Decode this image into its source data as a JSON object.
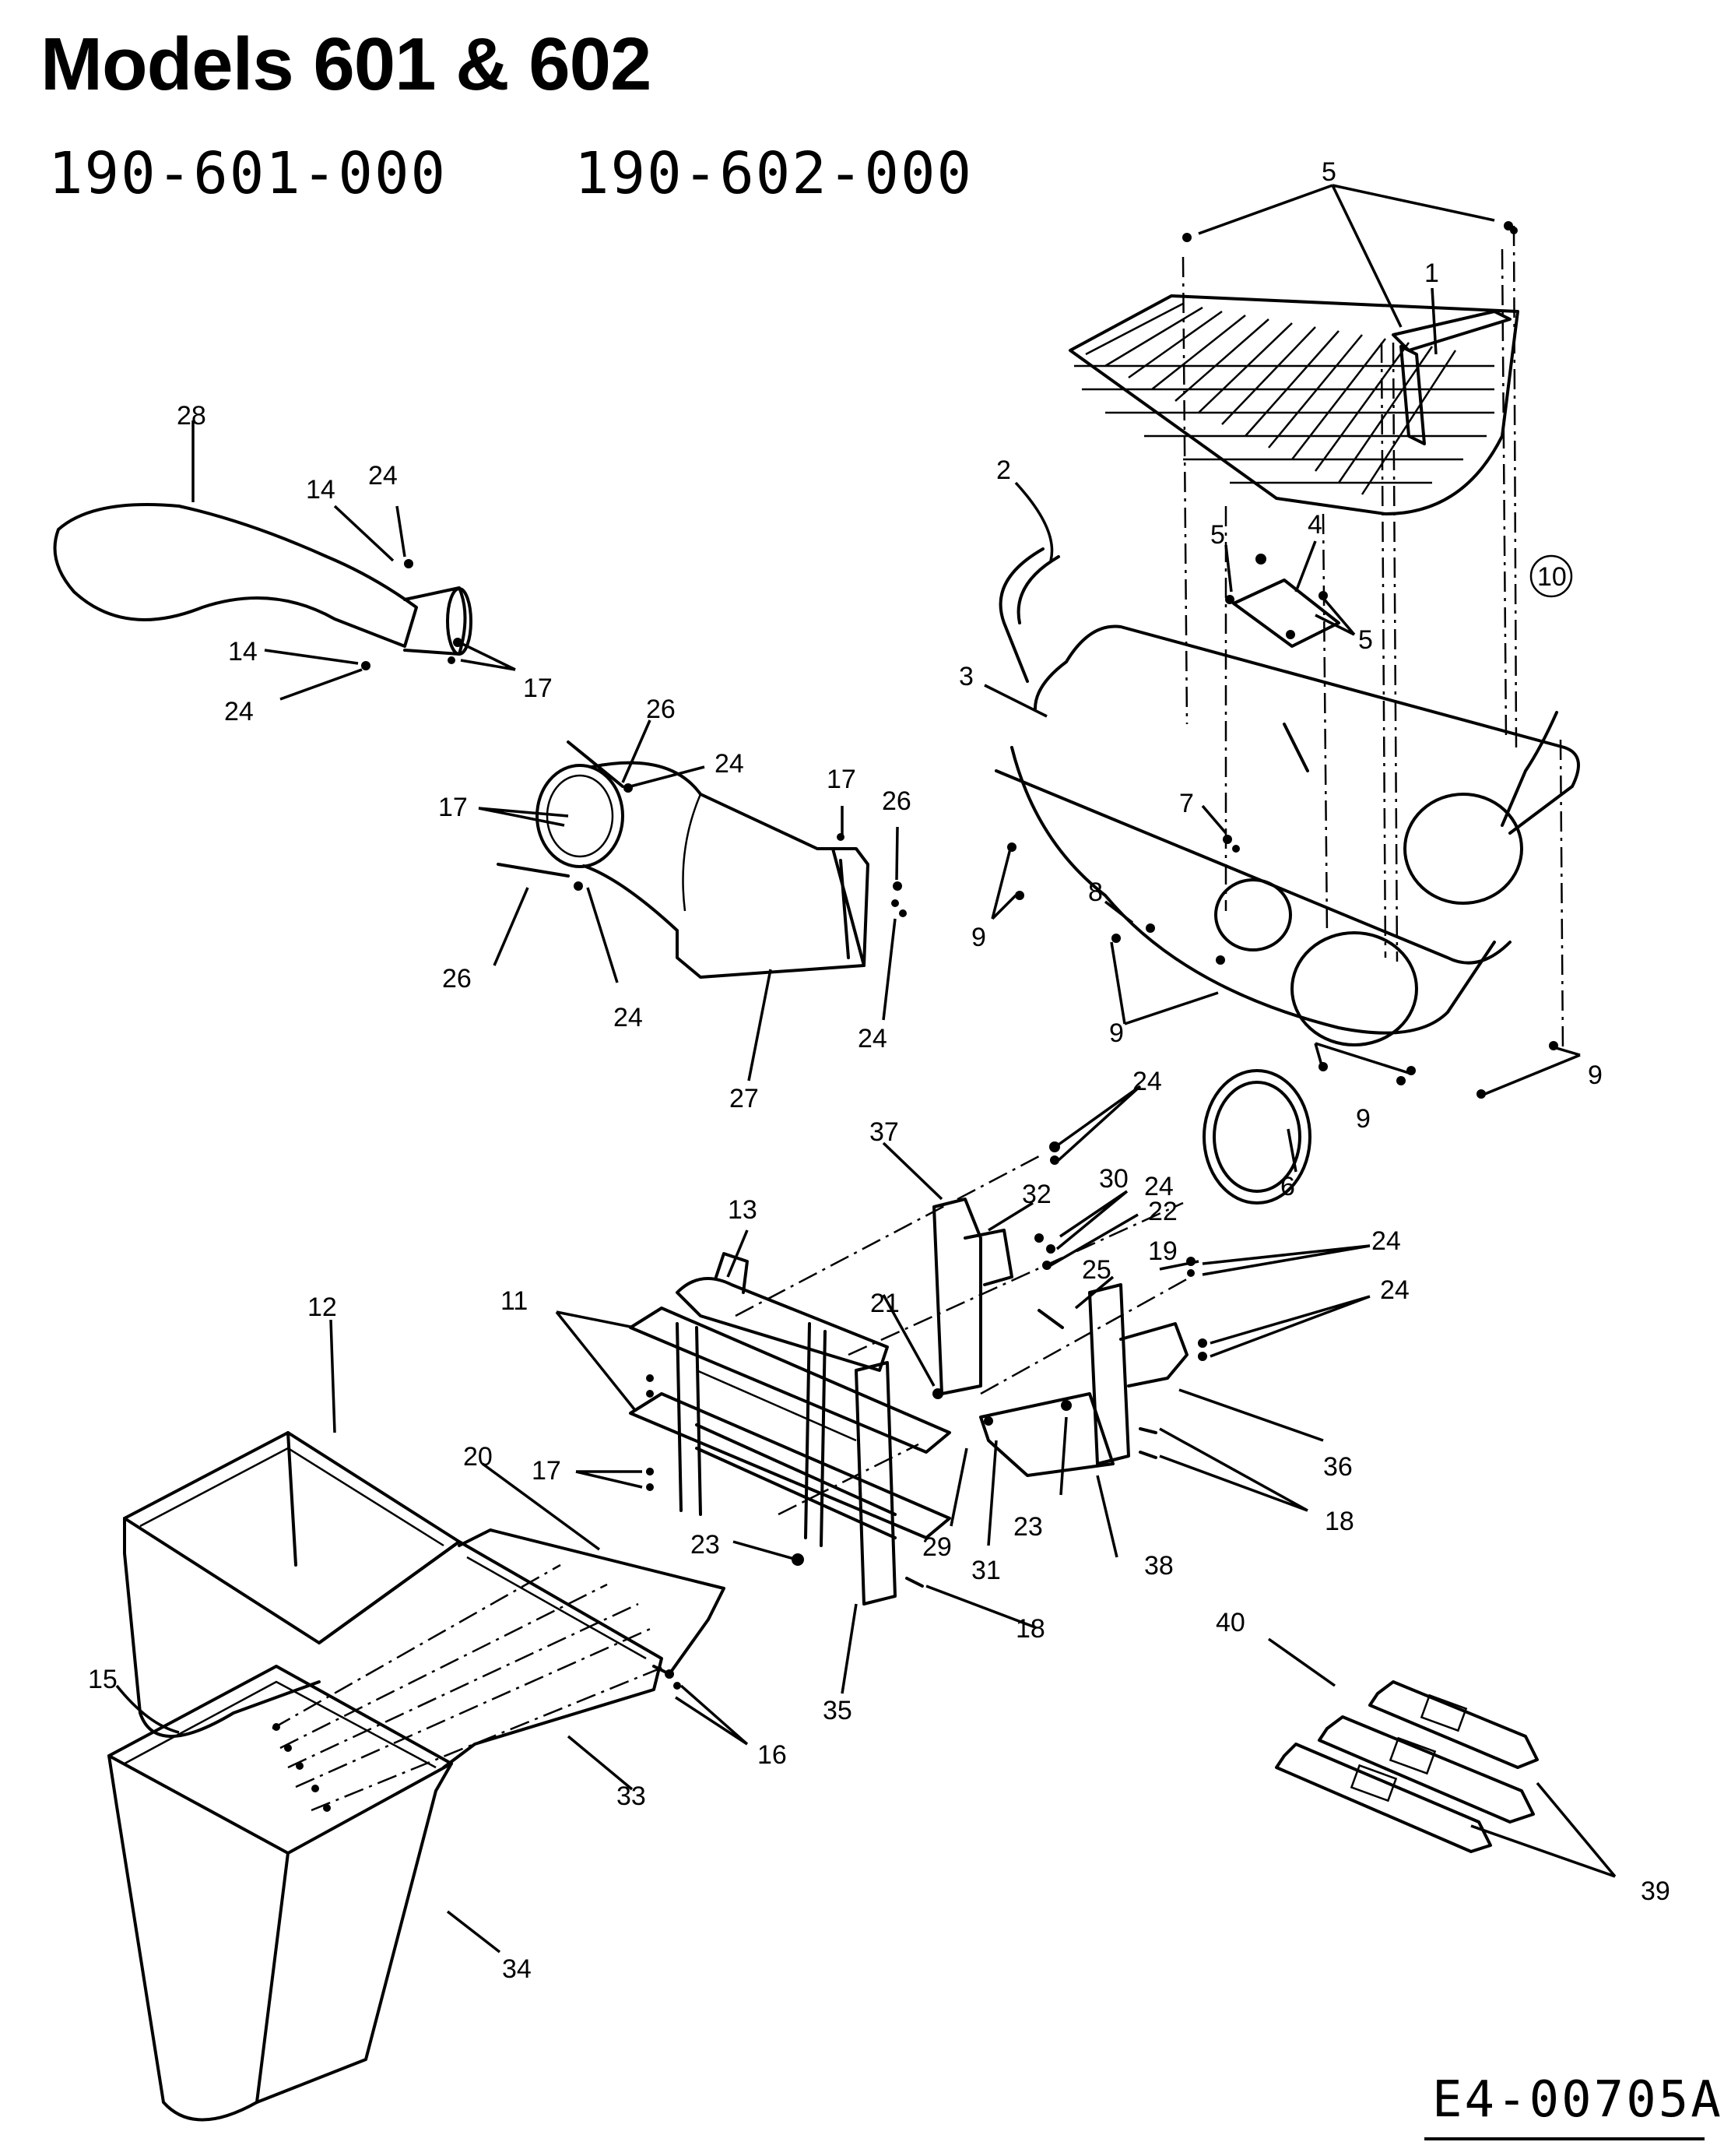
{
  "title": "Models 601 & 602",
  "model_numbers": [
    "190-601-000",
    "190-602-000"
  ],
  "drawing_code": "E4-00705A",
  "callout_numbers": {
    "c1": "1",
    "c2": "2",
    "c3": "3",
    "c4": "4",
    "c5a": "5",
    "c5b": "5",
    "c5c": "5",
    "c6": "6",
    "c7": "7",
    "c8": "8",
    "c9a": "9",
    "c9b": "9",
    "c9c": "9",
    "c9d": "9",
    "c10": "10",
    "c11": "11",
    "c12": "12",
    "c13": "13",
    "c14a": "14",
    "c14b": "14",
    "c15": "15",
    "c16": "16",
    "c17a": "17",
    "c17b": "17",
    "c17c": "17",
    "c17d": "17",
    "c18a": "18",
    "c18b": "18",
    "c19": "19",
    "c20": "20",
    "c21": "21",
    "c22": "22",
    "c23a": "23",
    "c23b": "23",
    "c24a": "24",
    "c24b": "24",
    "c24c": "24",
    "c24d": "24",
    "c24e": "24",
    "c24f": "24",
    "c24g": "24",
    "c24h": "24",
    "c24i": "24",
    "c25": "25",
    "c26a": "26",
    "c26b": "26",
    "c26c": "26",
    "c27": "27",
    "c28": "28",
    "c29": "29",
    "c30": "30",
    "c31": "31",
    "c32": "32",
    "c33": "33",
    "c34": "34",
    "c35": "35",
    "c36": "36",
    "c37": "37",
    "c38": "38",
    "c39": "39",
    "c40": "40"
  }
}
